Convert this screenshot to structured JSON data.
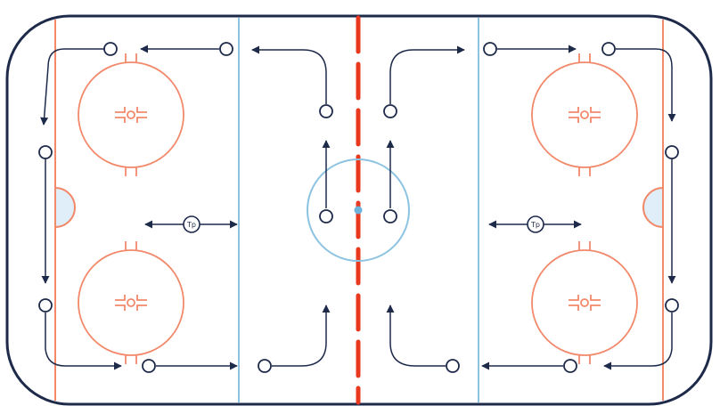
{
  "colors": {
    "boards": "#1e2a4a",
    "goal_line": "#f2896b",
    "blue_line": "#8cc3e0",
    "center_line": "#e8391f",
    "faceoff": "#f2896b",
    "drill_path": "#1e2a4a",
    "crease_fill": "#dfeef8",
    "center_dot": "#6db3dc",
    "background": "#ffffff"
  },
  "icons": {
    "player_marker": "open-circle",
    "arrowhead": "solid-triangle"
  },
  "markers": {
    "left_tp_label": "Tp",
    "right_tp_label": "Tp"
  }
}
